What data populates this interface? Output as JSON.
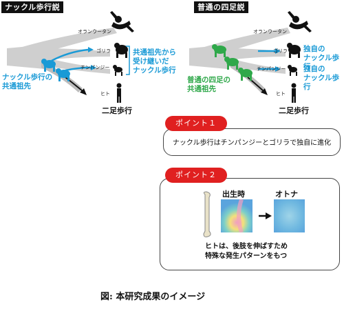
{
  "left": {
    "title": "ナックル歩行説",
    "orangutan": "オランウータン",
    "gorilla": "ゴリラ",
    "chimp": "チンパンジー",
    "human": "ヒト",
    "inherited": [
      "共通祖先から",
      "受け継いだ",
      "ナックル歩行"
    ],
    "ancestor": [
      "ナックル歩行の",
      "共通祖先"
    ],
    "biped": "二足歩行"
  },
  "right": {
    "title": "普通の四足説",
    "orangutan": "オランウータン",
    "gorilla": "ゴリラ",
    "chimp": "チンパンジー",
    "human": "ヒト",
    "gorilla_note": [
      "独自の",
      "ナックル歩行"
    ],
    "chimp_note": [
      "独自の",
      "ナックル歩行"
    ],
    "ancestor": [
      "普通の四足の",
      "共通祖先"
    ],
    "biped": "二足歩行"
  },
  "point1": {
    "label": "ポイント１",
    "text": "ナックル歩行はチンパンジーとゴリラで独自に進化"
  },
  "point2": {
    "label": "ポイント２",
    "birth": "出生時",
    "adult": "オトナ",
    "text": [
      "ヒトは、後肢を伸ばすため",
      "特殊な発生パターンをもつ"
    ]
  },
  "caption": "図: 本研究成果のイメージ",
  "colors": {
    "knuckle_blue": "#1a9ad6",
    "quadruped_green": "#2fa84a",
    "point_red": "#e02020",
    "branch_gray": "#cfcfcf"
  }
}
